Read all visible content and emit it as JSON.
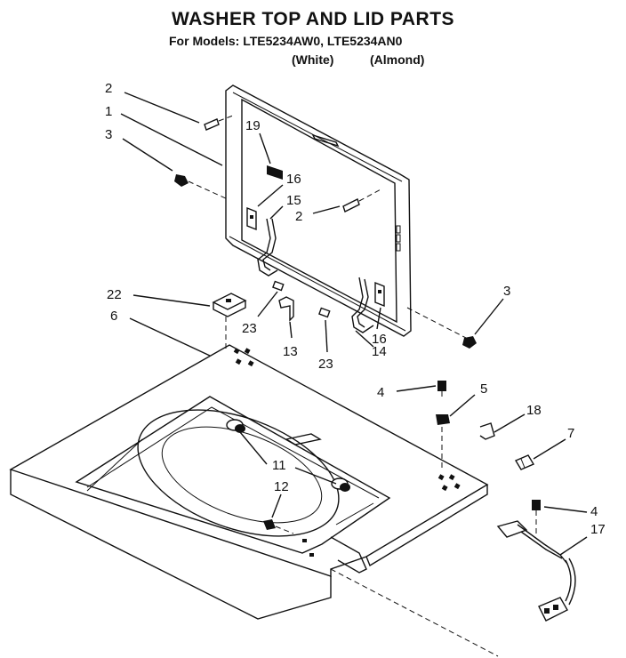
{
  "header": {
    "title": "WASHER TOP AND LID PARTS",
    "subtitle": "For Models: LTE5234AW0, LTE5234AN0",
    "colors": [
      "(White)",
      "(Almond)"
    ]
  },
  "callouts": [
    {
      "id": "c2a",
      "label": "2"
    },
    {
      "id": "c1",
      "label": "1"
    },
    {
      "id": "c3a",
      "label": "3"
    },
    {
      "id": "c19",
      "label": "19"
    },
    {
      "id": "c16a",
      "label": "16"
    },
    {
      "id": "c15",
      "label": "15"
    },
    {
      "id": "c2b",
      "label": "2"
    },
    {
      "id": "c22",
      "label": "22"
    },
    {
      "id": "c6",
      "label": "6"
    },
    {
      "id": "c23a",
      "label": "23"
    },
    {
      "id": "c13",
      "label": "13"
    },
    {
      "id": "c23b",
      "label": "23"
    },
    {
      "id": "c14",
      "label": "14"
    },
    {
      "id": "c16b",
      "label": "16"
    },
    {
      "id": "c3b",
      "label": "3"
    },
    {
      "id": "c4a",
      "label": "4"
    },
    {
      "id": "c5",
      "label": "5"
    },
    {
      "id": "c18",
      "label": "18"
    },
    {
      "id": "c7",
      "label": "7"
    },
    {
      "id": "c11",
      "label": "11"
    },
    {
      "id": "c12",
      "label": "12"
    },
    {
      "id": "c4b",
      "label": "4"
    },
    {
      "id": "c17",
      "label": "17"
    }
  ]
}
